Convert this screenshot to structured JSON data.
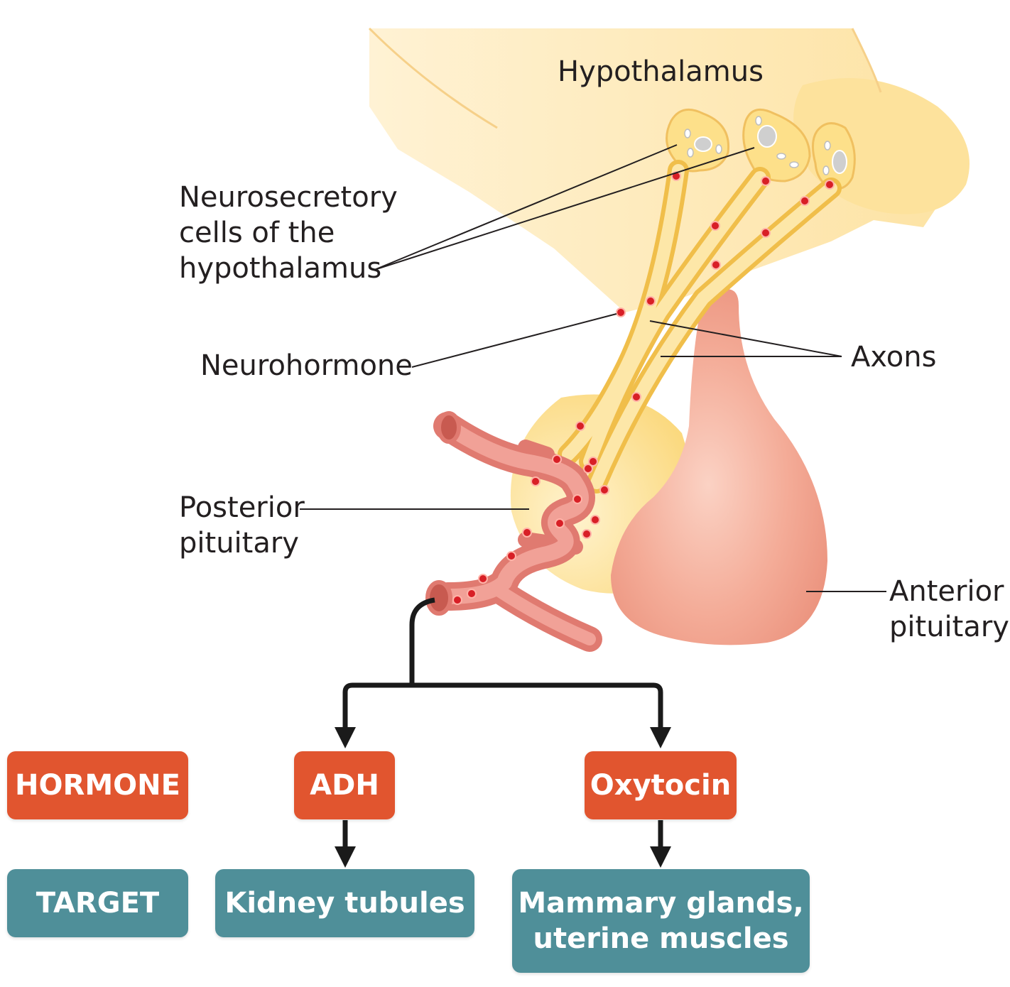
{
  "colors": {
    "hypothalamus_fill": "#fde8b0",
    "axon_fill": "#f7c94e",
    "pituitary_anterior": "#f2a290",
    "vessel": "#e9867a",
    "neurohormone_dot": "#d81f26",
    "hormone_box": "#e1552f",
    "target_box": "#4f8f99",
    "text": "#231f20"
  },
  "labels": {
    "hypothalamus": "Hypothalamus",
    "neurosecretory": [
      "Neurosecretory",
      "cells of the",
      "hypothalamus"
    ],
    "neurohormone": "Neurohormone",
    "axons": "Axons",
    "posterior": [
      "Posterior",
      "pituitary"
    ],
    "anterior": [
      "Anterior",
      "pituitary"
    ]
  },
  "legend": {
    "hormone": "HORMONE",
    "target": "TARGET"
  },
  "pathways": [
    {
      "hormone": "ADH",
      "target": [
        "Kidney tubules"
      ]
    },
    {
      "hormone": "Oxytocin",
      "target": [
        "Mammary glands,",
        "uterine muscles"
      ]
    }
  ]
}
